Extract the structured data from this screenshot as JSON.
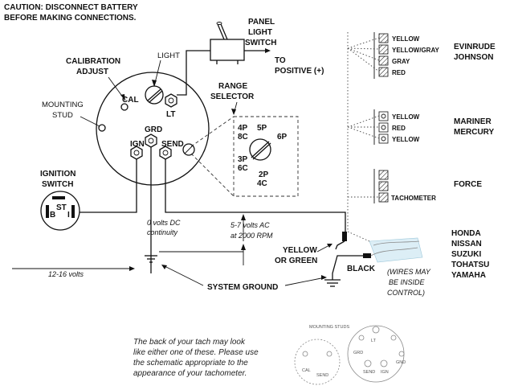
{
  "caution": {
    "line1": "CAUTION: DISCONNECT BATTERY",
    "line2": "BEFORE MAKING CONNECTIONS."
  },
  "labels": {
    "panel": "PANEL",
    "light": "LIGHT",
    "switch": "SWITCH",
    "to": "TO",
    "positive": "POSITIVE (+)",
    "light_small": "LIGHT",
    "calibration": "CALIBRATION",
    "adjust": "ADJUST",
    "mounting": "MOUNTING",
    "stud": "STUD",
    "cal": "CAL",
    "lt": "LT",
    "grd": "GRD",
    "ign": "IGN",
    "send": "SEND",
    "range": "RANGE",
    "selector": "SELECTOR",
    "ignition": "IGNITION",
    "ignition_switch": "SWITCH",
    "sw_st": "ST",
    "sw_b": "B",
    "sw_i": "I"
  },
  "range_positions": [
    "4P",
    "5P",
    "8C",
    "6P",
    "3P",
    "6C",
    "2P",
    "4C"
  ],
  "measurements": {
    "zero_volts": "0 volts DC",
    "continuity": "continuity",
    "ac_volts": "5-7 volts AC",
    "rpm": "at 2000 RPM",
    "twelve_volts": "12-16 volts"
  },
  "grounds": {
    "system_ground": "SYSTEM GROUND",
    "yellow": "YELLOW",
    "or_green": "OR GREEN",
    "black": "BLACK"
  },
  "wires_note": [
    "(WIRES MAY",
    "BE INSIDE",
    "CONTROL)"
  ],
  "brand_groups": [
    {
      "wires": [
        "YELLOW",
        "YELLOW/GRAY",
        "GRAY",
        "RED"
      ],
      "brands": [
        "EVINRUDE",
        "JOHNSON"
      ]
    },
    {
      "wires": [
        "YELLOW",
        "RED",
        "YELLOW"
      ],
      "brands": [
        "MARINER",
        "MERCURY"
      ]
    },
    {
      "wires": [
        "TACHOMETER"
      ],
      "brands": [
        "FORCE"
      ]
    },
    {
      "wires": [],
      "brands": [
        "HONDA",
        "NISSAN",
        "SUZUKI",
        "TOHATSU",
        "YAMAHA"
      ]
    }
  ],
  "footer_note": [
    "The back of your tach may look",
    "like either one of these. Please use",
    "the schematic appropriate to the",
    "appearance of your tachometer."
  ],
  "thumb": {
    "mounting_studs": "MOUNTING STUDS",
    "cal": "CAL",
    "lt": "LT",
    "send": "SEND",
    "ign": "IGN",
    "grd": "GRD",
    "gnd": "GND"
  }
}
